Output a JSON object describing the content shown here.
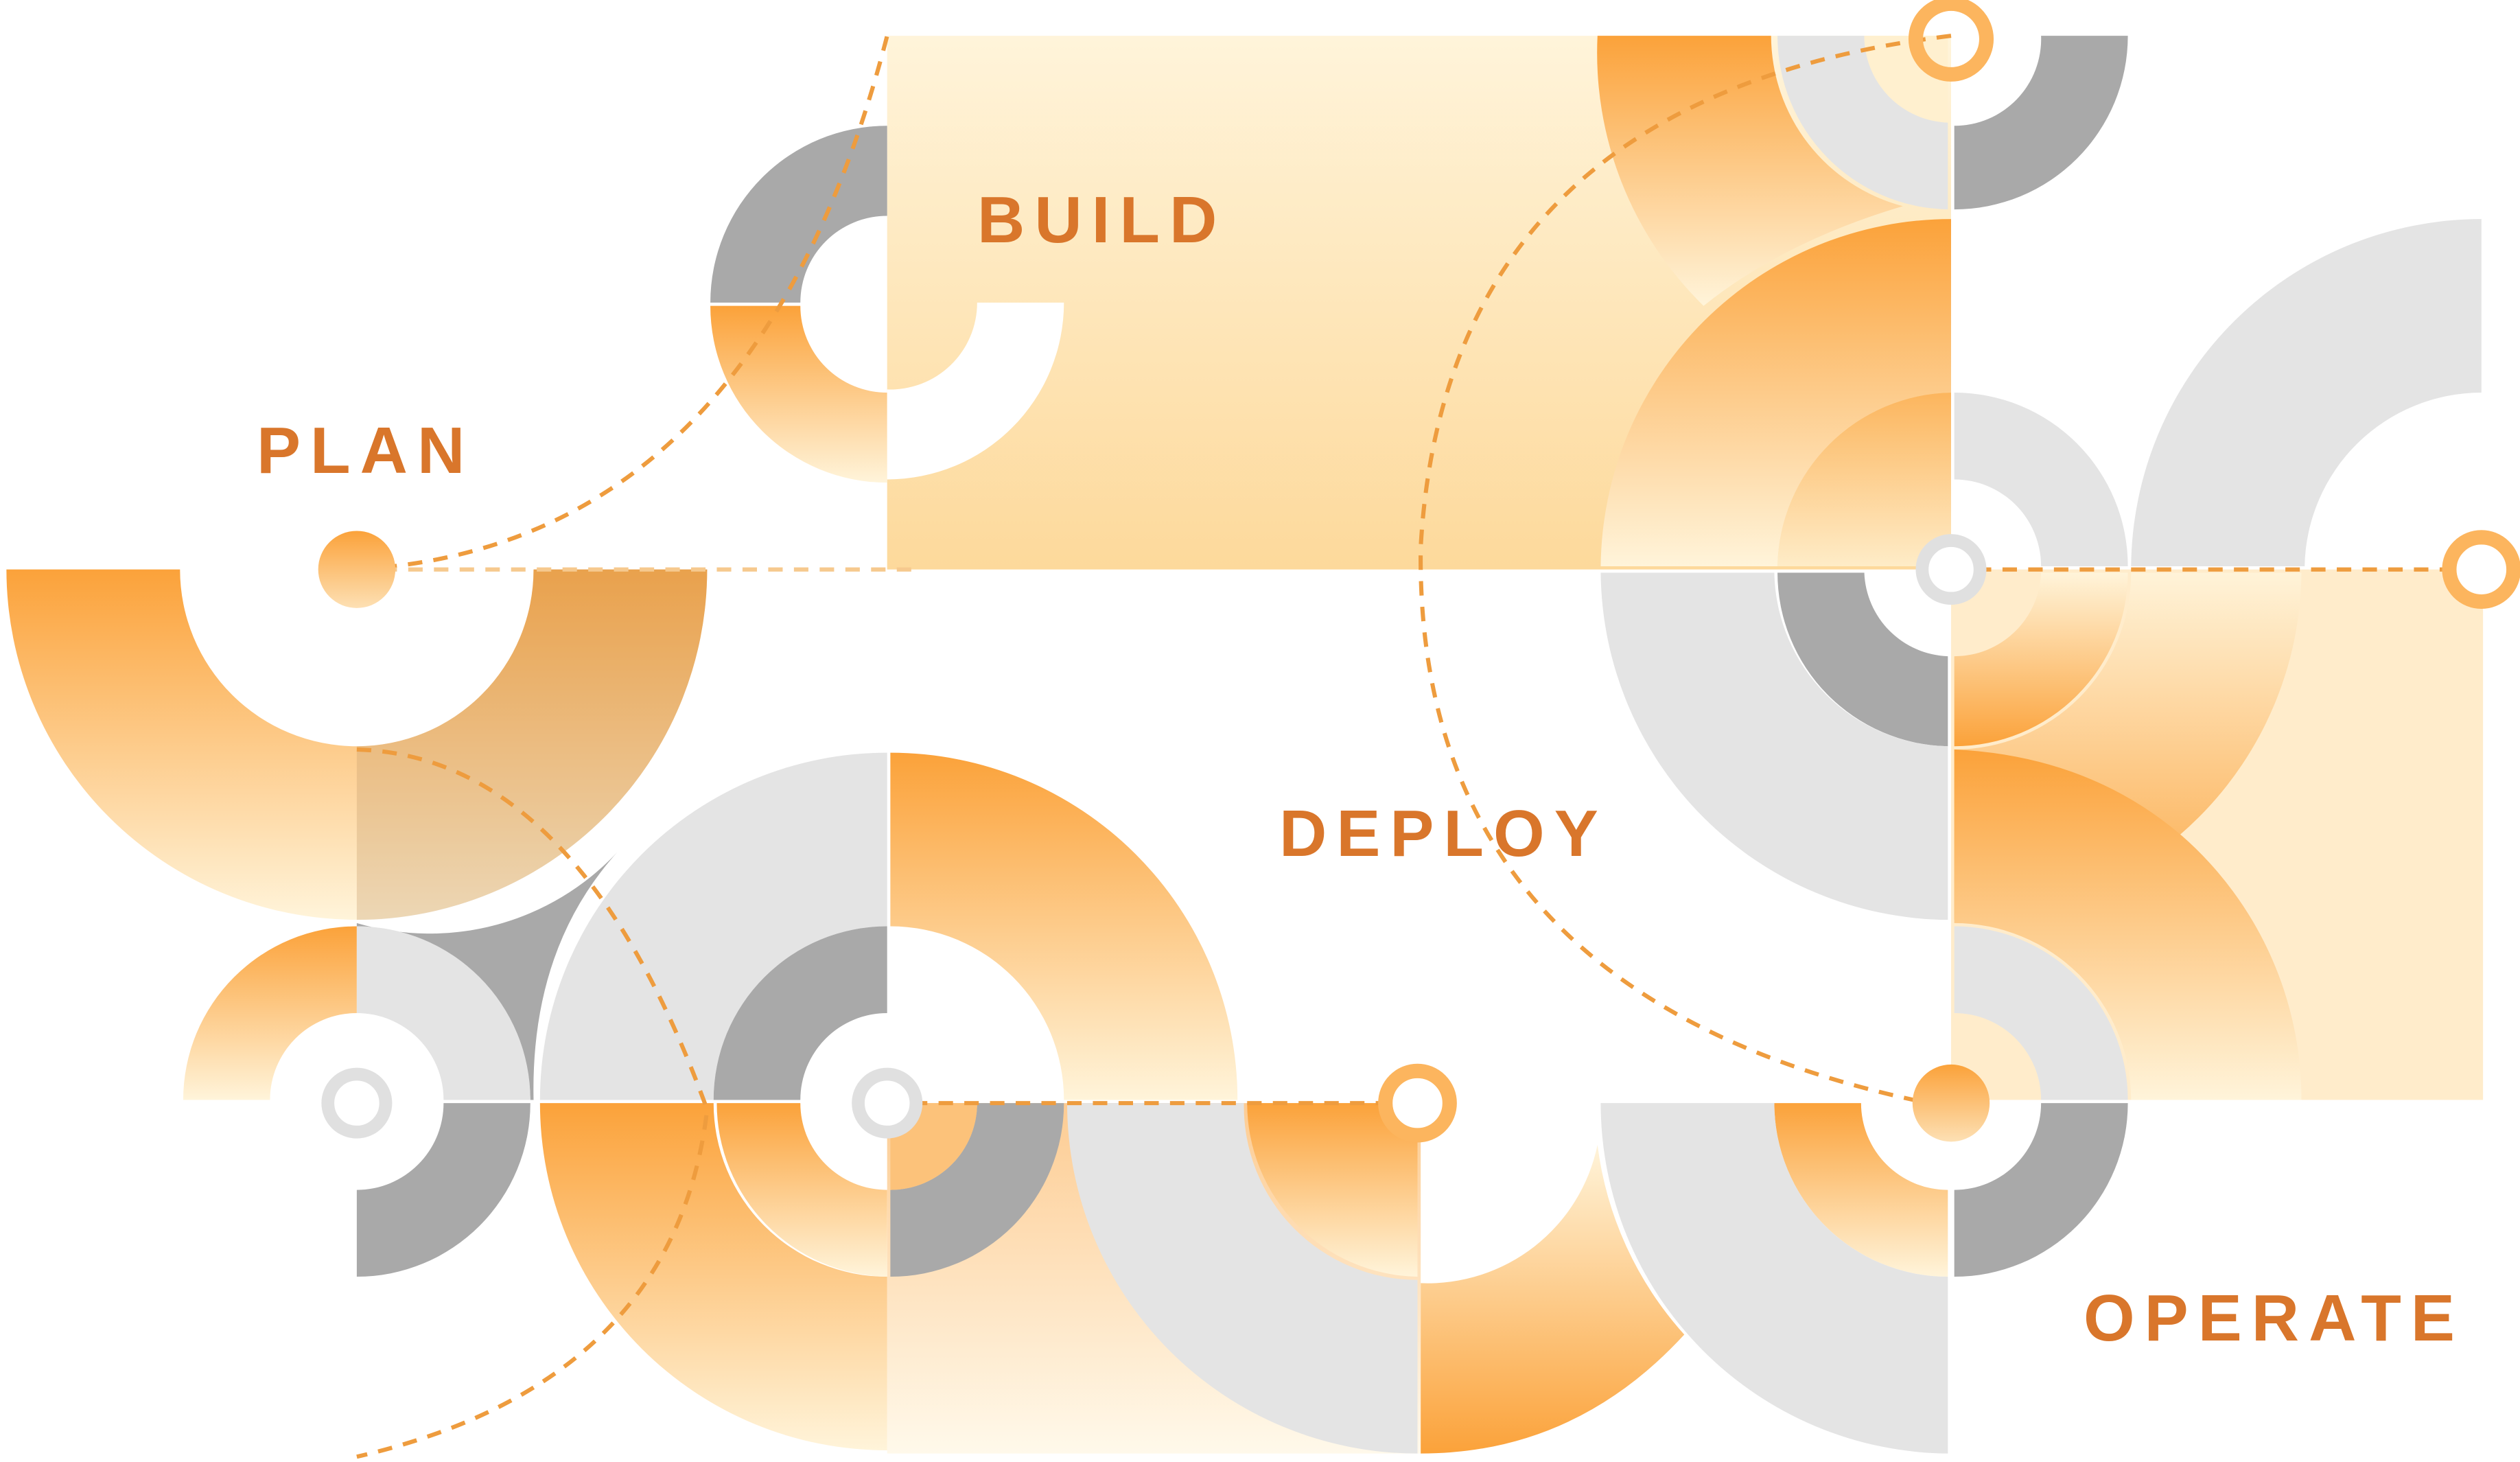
{
  "stages": {
    "plan": "PLAN",
    "build": "BUILD",
    "deploy": "DEPLOY",
    "operate": "OPERATE"
  },
  "colors": {
    "label": "#D9762B",
    "orange_strong": "#FBA23A",
    "orange_mid": "#FCC27A",
    "orange_pale": "#FFF3D6",
    "gray_dark": "#A9A9A9",
    "gray_light": "#E4E4E4",
    "dashed_line": "#EE9C3E",
    "dashed_line_faint": "#F6C98E"
  }
}
